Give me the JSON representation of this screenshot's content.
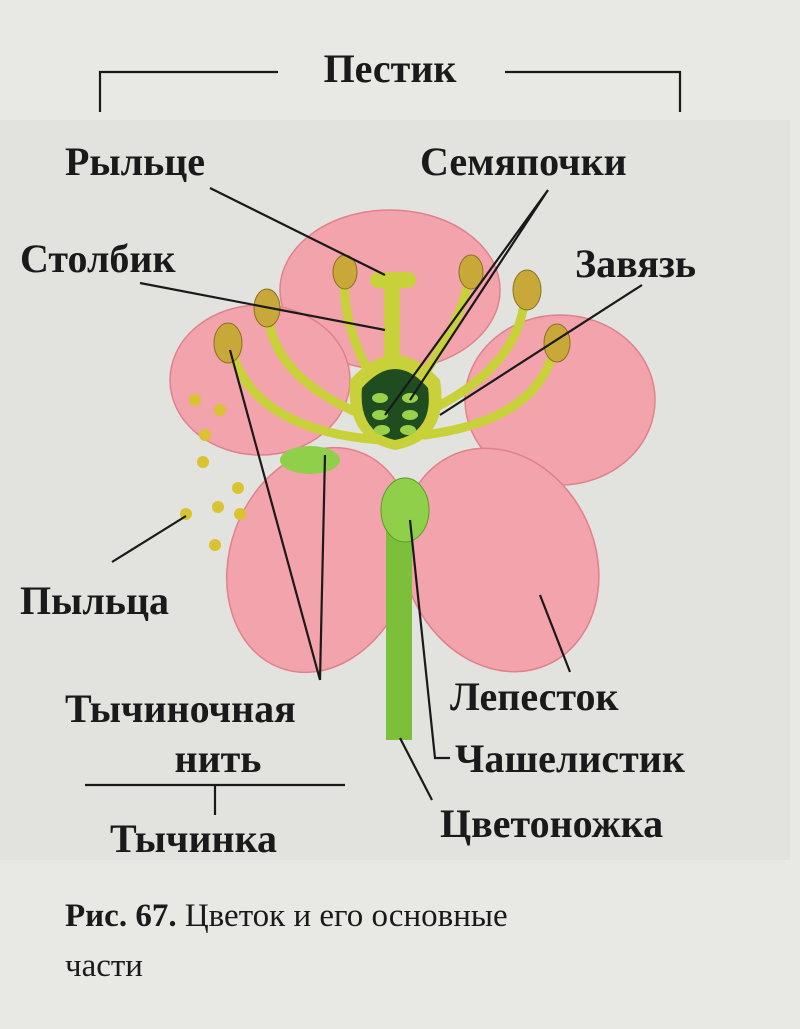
{
  "labels": {
    "pistil": "Пестик",
    "stigma": "Рыльце",
    "ovules": "Семяпочки",
    "style": "Столбик",
    "ovary": "Завязь",
    "pollen": "Пыльца",
    "filament_line1": "Тычиночная",
    "filament_line2": "нить",
    "stamen": "Тычинка",
    "petal": "Лепесток",
    "sepal": "Чашелистик",
    "pedicel": "Цветоножка"
  },
  "caption": {
    "number": "Рис. 67.",
    "text_line1": " Цветок и его основные",
    "text_line2": "части"
  },
  "colors": {
    "petal": "#f2a3ab",
    "petal_vein": "#e0818c",
    "stem": "#7cbf3a",
    "filament": "#c9d13a",
    "anther": "#c9a83a",
    "ovary": "#1f4d1f",
    "pollen": "#d9c330"
  }
}
